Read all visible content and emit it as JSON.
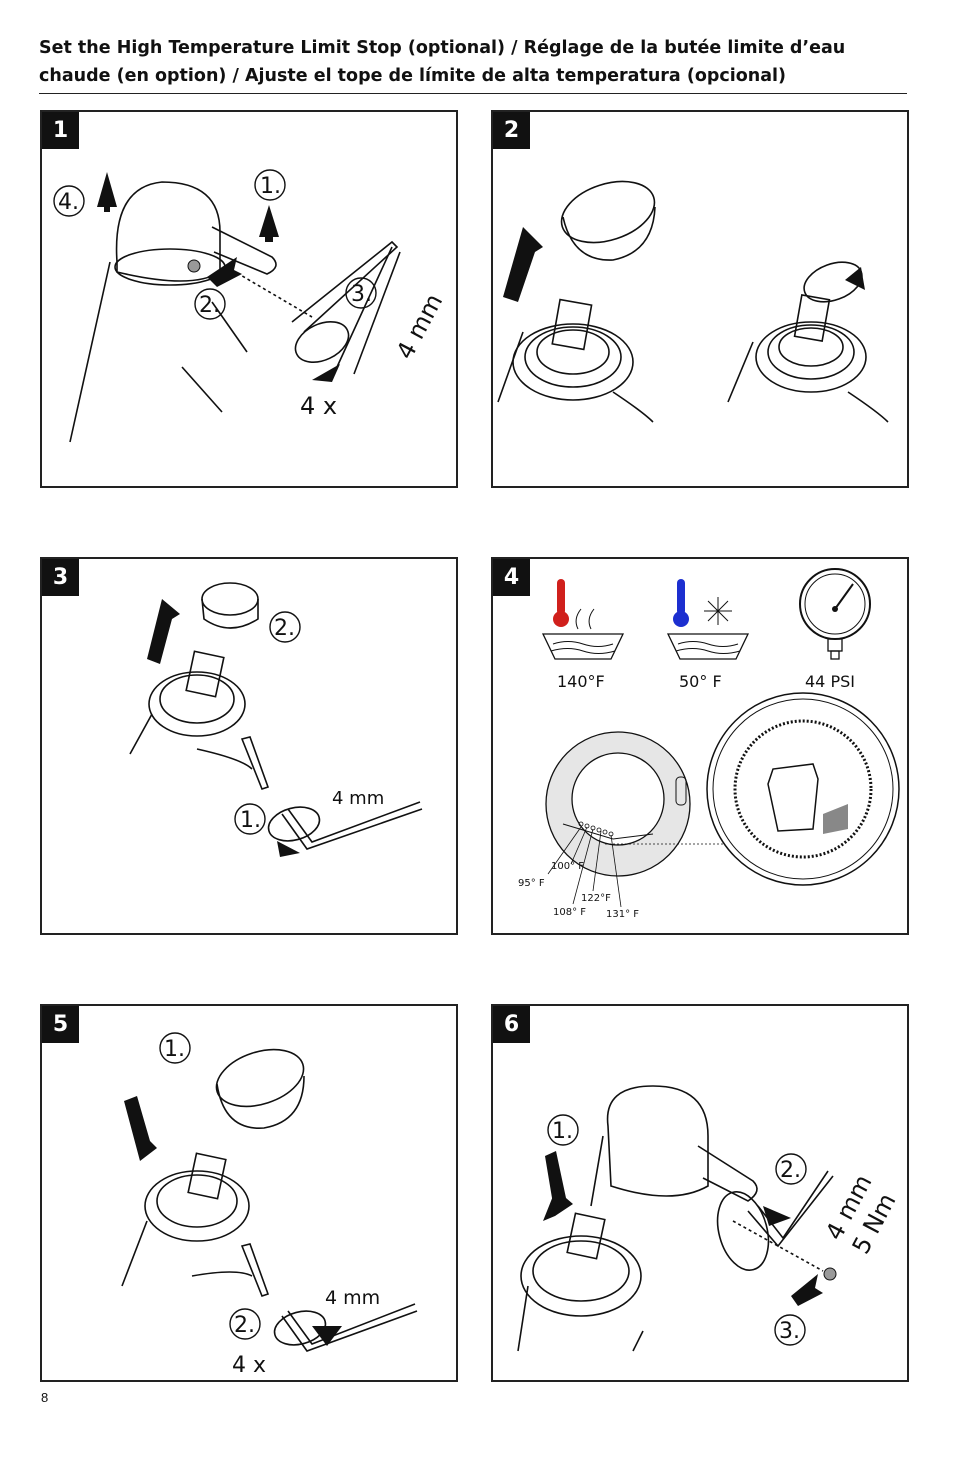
{
  "header": {
    "title": "Set the High Temperature Limit Stop (optional) / Réglage de la butée limite d’eau chaude (en option) / Ajuste el tope de límite de alta temperatura (opcional)"
  },
  "steps": [
    {
      "number": "1",
      "labels": {
        "s4": "4.",
        "s1": "1.",
        "s2": "2.",
        "s3": "3.",
        "tool": "4 mm",
        "count": "4 x"
      }
    },
    {
      "number": "2"
    },
    {
      "number": "3",
      "labels": {
        "s2": "2.",
        "s1": "1.",
        "tool": "4 mm"
      }
    },
    {
      "number": "4",
      "labels": {
        "hot": "140°F",
        "cold": "50° F",
        "pressure": "44 PSI",
        "t95": "95° F",
        "t100": "100° F",
        "t108": "108° F",
        "t122": "122°F",
        "t131": "131° F"
      }
    },
    {
      "number": "5",
      "labels": {
        "s1": "1.",
        "s2": "2.",
        "tool": "4 mm",
        "count": "4 x"
      }
    },
    {
      "number": "6",
      "labels": {
        "s1": "1.",
        "s2": "2.",
        "s3": "3.",
        "tool": "4 mm",
        "torque": "5 Nm"
      }
    }
  ],
  "footer": {
    "page_number": "8"
  },
  "colors": {
    "hot": "#d0201c",
    "cold": "#1c2fd0",
    "ink": "#111111"
  }
}
